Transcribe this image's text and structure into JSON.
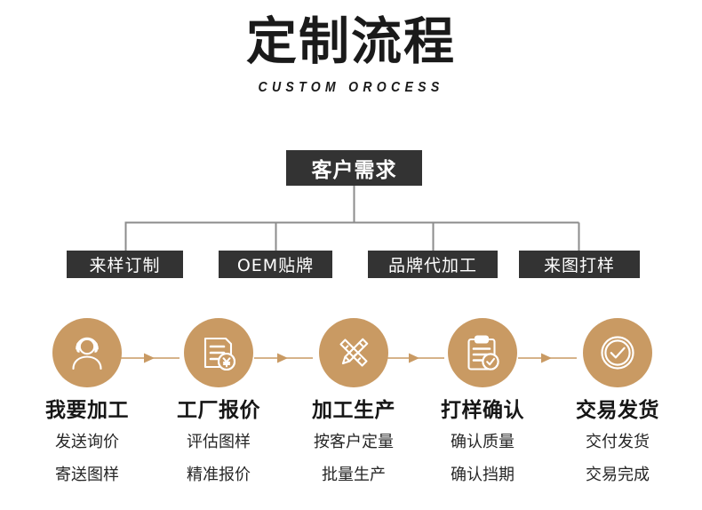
{
  "header": {
    "title": "定制流程",
    "subtitle": "CUSTOM OROCESS"
  },
  "colors": {
    "accent": "#c99a63",
    "box_dark": "#333333",
    "line_gray": "#8c8c8c",
    "background": "#ffffff",
    "text_dark": "#161616"
  },
  "flowchart": {
    "root": {
      "label": "客户需求"
    },
    "branches": [
      {
        "label": "来样订制"
      },
      {
        "label": "OEM贴牌"
      },
      {
        "label": "品牌代加工"
      },
      {
        "label": "来图打样"
      }
    ]
  },
  "steps": [
    {
      "icon": "headset-support-icon",
      "title": "我要加工",
      "lines": [
        "发送询价",
        "寄送图样"
      ]
    },
    {
      "icon": "document-yuan-quote-icon",
      "title": "工厂报价",
      "lines": [
        "评估图样",
        "精准报价"
      ]
    },
    {
      "icon": "pencil-ruler-icon",
      "title": "加工生产",
      "lines": [
        "按客户定量",
        "批量生产"
      ]
    },
    {
      "icon": "clipboard-check-icon",
      "title": "打样确认",
      "lines": [
        "确认质量",
        "确认挡期"
      ]
    },
    {
      "icon": "circle-check-icon",
      "title": "交易发货",
      "lines": [
        "交付发货",
        "交易完成"
      ]
    }
  ],
  "arrows": [
    {
      "name": "arrow-step-1-to-2"
    },
    {
      "name": "arrow-step-2-to-3"
    },
    {
      "name": "arrow-step-3-to-4"
    },
    {
      "name": "arrow-step-4-to-5"
    }
  ]
}
